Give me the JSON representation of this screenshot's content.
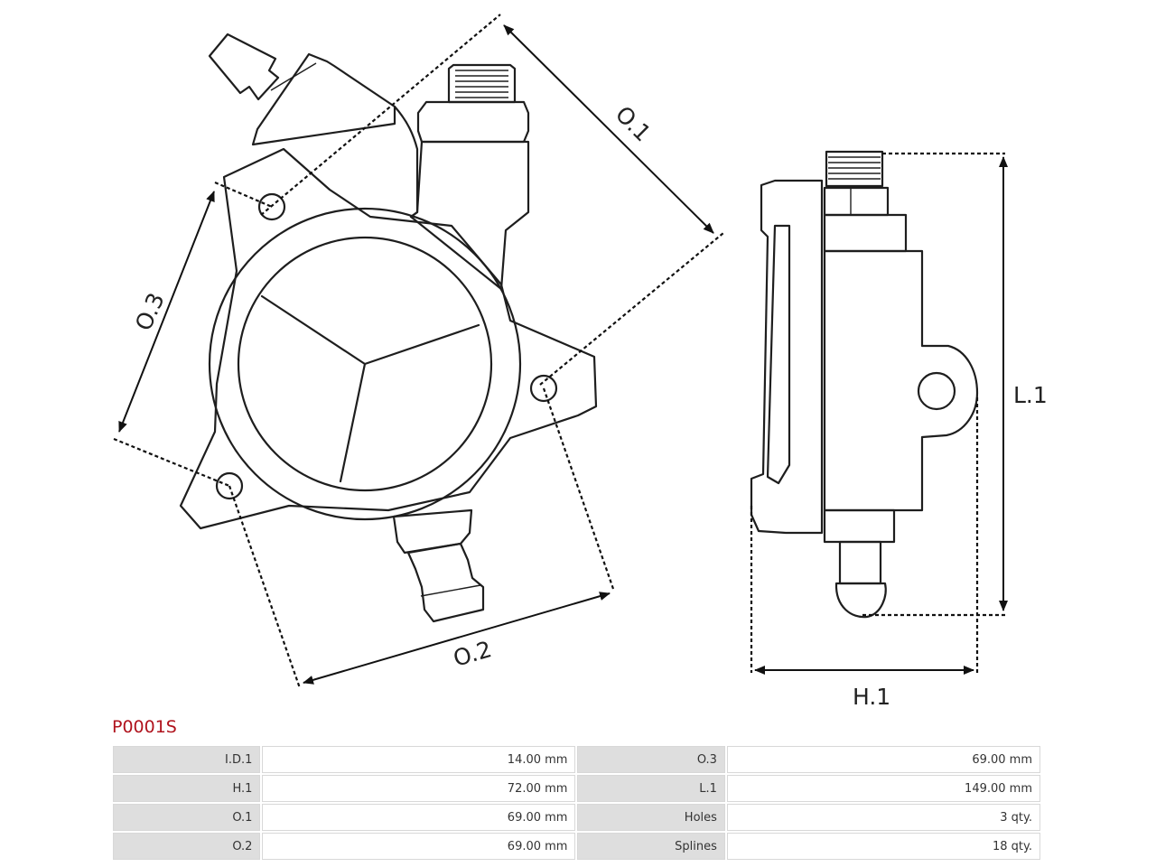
{
  "dimension_labels": {
    "o1": "O.1",
    "o2": "O.2",
    "o3": "O.3",
    "l1": "L.1",
    "h1": "H.1"
  },
  "part_code": "P0001S",
  "specs": [
    {
      "left_label": "I.D.1",
      "left_value": "14.00 mm",
      "right_label": "O.3",
      "right_value": "69.00 mm"
    },
    {
      "left_label": "H.1",
      "left_value": "72.00 mm",
      "right_label": "L.1",
      "right_value": "149.00 mm"
    },
    {
      "left_label": "O.1",
      "left_value": "69.00 mm",
      "right_label": "Holes",
      "right_value": "3 qty."
    },
    {
      "left_label": "O.2",
      "left_value": "69.00 mm",
      "right_label": "Splines",
      "right_value": "18 qty."
    }
  ]
}
